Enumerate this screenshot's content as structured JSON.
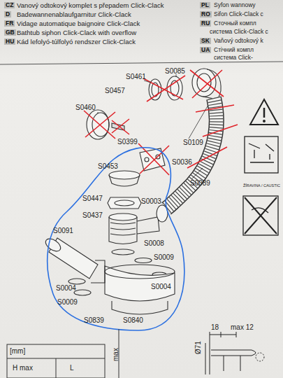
{
  "diagram": {
    "labels": [
      "CZ",
      "Vanový odtokový komplet s přepadem Click-Clack",
      "D",
      "Badewannenablaufgarnitur Click-Clack",
      "FR",
      "Vidage automatique baignoire Click-Clack",
      "GB",
      "Bathtub siphon Click-Clack with overflow",
      "HU",
      "Kád lefolyó-túlfolyó rendszer Click-Clack",
      "PL",
      "Syfon wannowy",
      "RO",
      "Sifon Click-Clack c",
      "RU",
      "Сточный компл",
      "система Click-Clack c",
      "SK",
      "Vaňový odtokový k",
      "UA",
      "Стічний компл",
      "система Click-",
      "S0461",
      "S0085",
      "S0457",
      "S0460",
      "S0109",
      "S0399",
      "S0036",
      "S0453",
      "S0089",
      "S0447",
      "S0003",
      "S0437",
      "S0091",
      "S0008",
      "S0009",
      "S0004",
      "S0004",
      "S0009",
      "S0839",
      "S0840",
      "ŽÍRAVINA / CAUSTIC",
      "18",
      "max 12",
      "Ø71",
      "max",
      "[mm]",
      "H max",
      "L"
    ]
  }
}
